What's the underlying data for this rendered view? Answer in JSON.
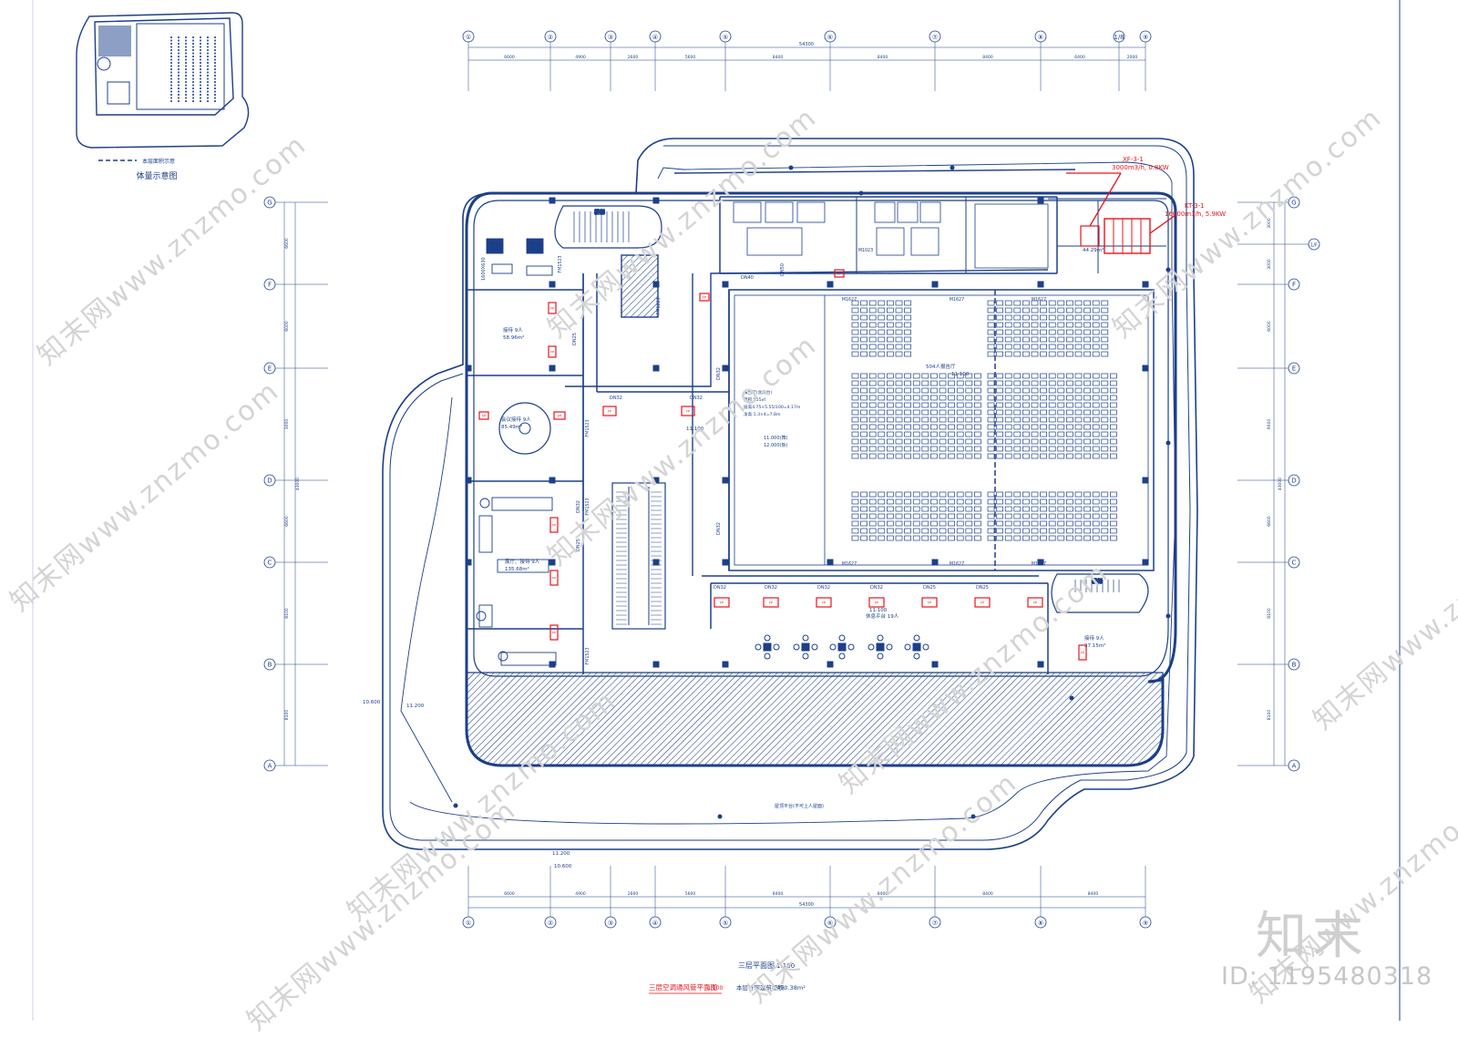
{
  "grid": {
    "columns": [
      "①",
      "②",
      "③",
      "④",
      "⑤",
      "⑥",
      "⑦",
      "⑧",
      "1/8",
      "⑨"
    ],
    "rows": [
      "G",
      "F",
      "E",
      "D",
      "C",
      "B",
      "A"
    ],
    "row_extra": "1/F",
    "top_dims": [
      "6600",
      "4900",
      "2600",
      "5600",
      "8400",
      "8400",
      "8400",
      "6400",
      "2000"
    ],
    "top_total": "54300",
    "bottom_dims": [
      "6600",
      "4900",
      "2600",
      "5600",
      "8400",
      "8400",
      "8400",
      "8400"
    ],
    "bottom_total": "54300",
    "left_dims": [
      "6600",
      "6000",
      "3000",
      "6600",
      "8100",
      "8100"
    ],
    "left_total": "43000",
    "right_dims": [
      "3000",
      "3000",
      "6000",
      "9000",
      "6600",
      "8100",
      "8100"
    ],
    "right_total": "43000"
  },
  "keyplan": {
    "title": "体量示意图",
    "legend": "本层面积示意"
  },
  "rooms": {
    "auditorium_seats": "504人报告厅",
    "auditorium_level": "11.100",
    "auditorium_note": [
      "报告厅(含舞台)",
      "面积:555㎡",
      "层高4.75×5.55/100=4.17m",
      "净高:1.3×4=7.8m"
    ],
    "auditorium_levels": [
      "11.000(舞)",
      "12.000(板)"
    ],
    "room_a": {
      "name": "接待 9人",
      "area": "58.96m²"
    },
    "room_b": {
      "name": "会议接待 9人",
      "area": "85.49m²"
    },
    "room_c": {
      "name": "展厅、接待 9人",
      "area": "135.68m²"
    },
    "room_d": {
      "name": "接待 9人",
      "area": "37.15m²"
    },
    "open_note": "休息平台 19人",
    "level_main": "11.100",
    "level_left": "10.600",
    "level_left2": "11.200",
    "level_bottom": "11.200",
    "level_bottom2": "10.600",
    "roof_note": "屋顶平台(不可上人屋面)",
    "stair_label": "楼梯",
    "duct_size": "1600X630"
  },
  "equipment": {
    "xf": "XF-3-1",
    "xf_spec": "3000m3/h, 0.8KW",
    "kt": "KT-3-1",
    "kt_spec": "16000m3/h, 5.9KW",
    "kt_area": "44.29m²",
    "fcu_label": "FP",
    "pipe_sizes": [
      "DN32",
      "DN32",
      "DN32",
      "DN32",
      "DN32",
      "DN32",
      "DN25",
      "DN25",
      "DN32",
      "DN32",
      "DN32",
      "DN25",
      "DN25",
      "DN40",
      "DN50"
    ],
    "doors": [
      "M1627",
      "M1627",
      "M1627",
      "M1627",
      "M1627",
      "M1627",
      "FM1523",
      "FM1523",
      "M1023",
      "FM1223",
      "FM1523",
      "FM1523"
    ]
  },
  "title_block": {
    "plan_title": "三层平面图",
    "plan_scale": "1:100",
    "hvac_title": "三层空调通风管平面图",
    "hvac_scale": "1:100",
    "area_label": "本层计容建筑面积:",
    "area_value": "2490.38m²"
  },
  "brand": {
    "logo": "知末",
    "id": "ID: 1195480318",
    "watermark": "知末网www.znzmo.com"
  },
  "colors": {
    "line": "#1c3f8a",
    "red": "#e8141b",
    "watermark": "#d4d4d4"
  }
}
